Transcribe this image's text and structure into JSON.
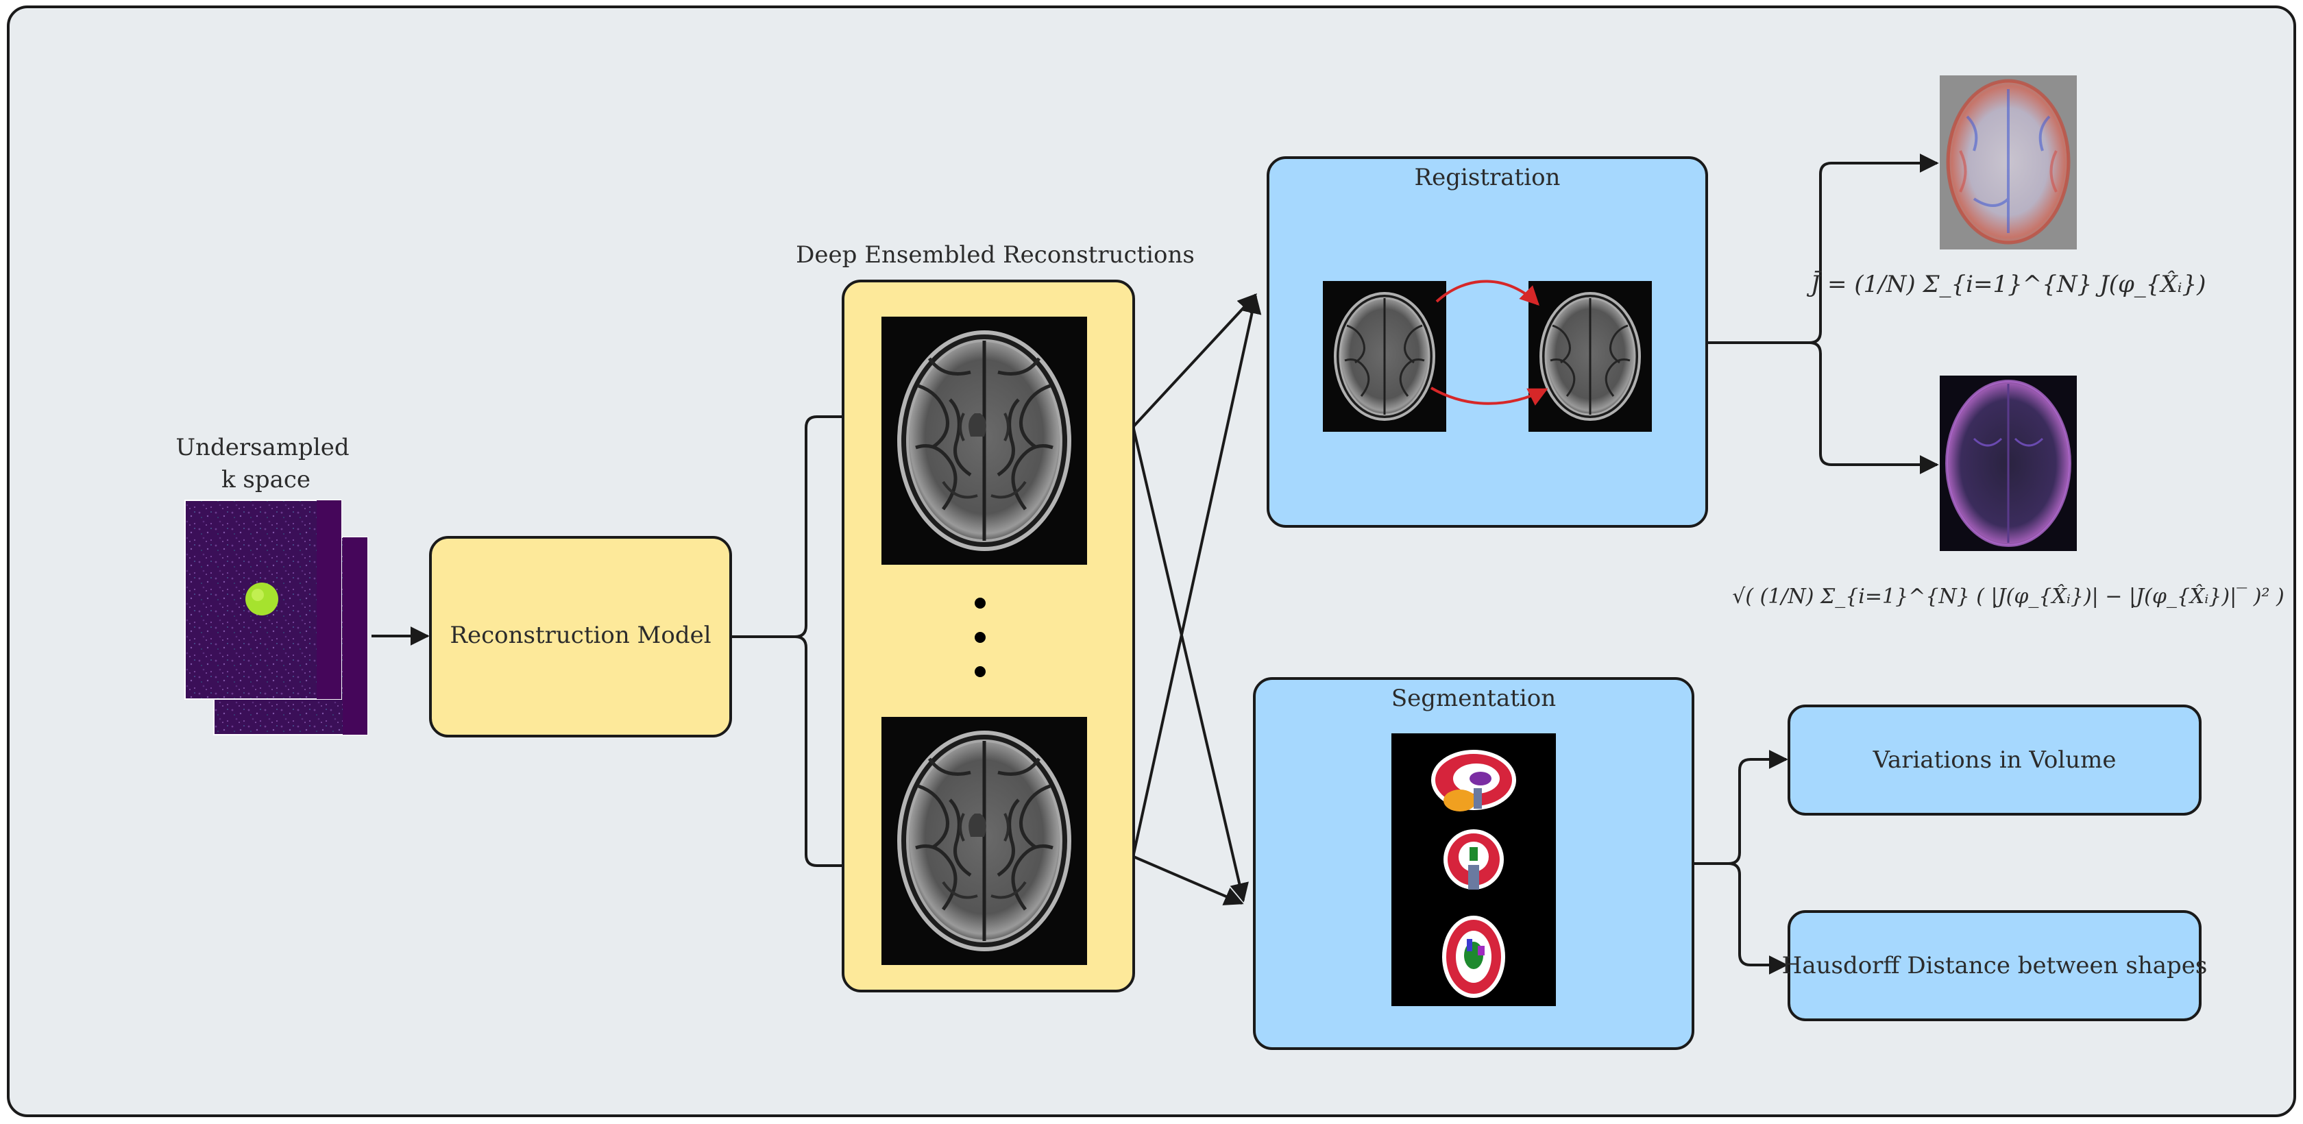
{
  "kspace": {
    "label_line1": "Undersampled",
    "label_line2": "k space"
  },
  "reconstruction": {
    "label": "Reconstruction Model"
  },
  "ensemble": {
    "label": "Deep Ensembled Reconstructions"
  },
  "registration": {
    "label": "Registration"
  },
  "segmentation": {
    "label": "Segmentation"
  },
  "outputs": {
    "volume_label": "Variations in Volume",
    "hausdorff_label": "Hausdorff Distance between shapes",
    "mean_jacobian_formula": "J̄ = (1/N) Σ_{i=1}^{N} J(φ_{X̂ᵢ})",
    "std_jacobian_formula": "√( (1/N) Σ_{i=1}^{N} ( |J(φ_{X̂ᵢ})| − |J(φ_{X̂ᵢ})|‾ )² )"
  },
  "colors": {
    "background_panel": "#e8ecef",
    "yellow_box": "#fde99a",
    "blue_box": "#a6d8fe",
    "kspace_purple": "#3b0f58",
    "kspace_center": "#a6e22e",
    "registration_arrow": "#d62728",
    "arrow": "#1a1a1a"
  }
}
